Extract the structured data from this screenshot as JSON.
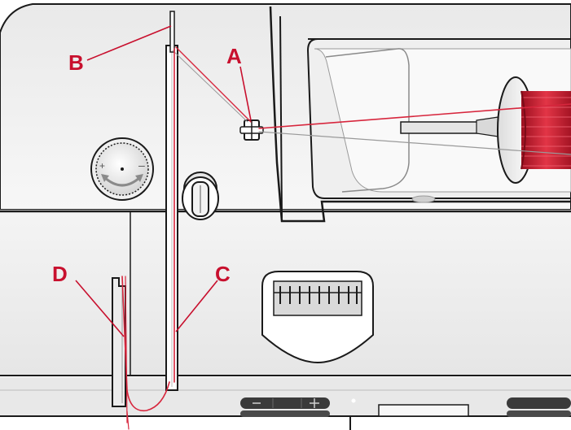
{
  "colors": {
    "thread": "#d7263d",
    "callout": "#c8102e",
    "outline": "#1a1a1a",
    "machine_body": "#f2f2f2",
    "panel_dark": "#3a3a3a",
    "spool_red": "#c81e2e"
  },
  "labels": {
    "a": "A",
    "b": "B",
    "c": "C",
    "d": "D"
  },
  "icons": {
    "tension_dial": "tension-dial-icon",
    "pretension_knob": "thread-guide-knob-icon",
    "spool": "spool-icon"
  }
}
